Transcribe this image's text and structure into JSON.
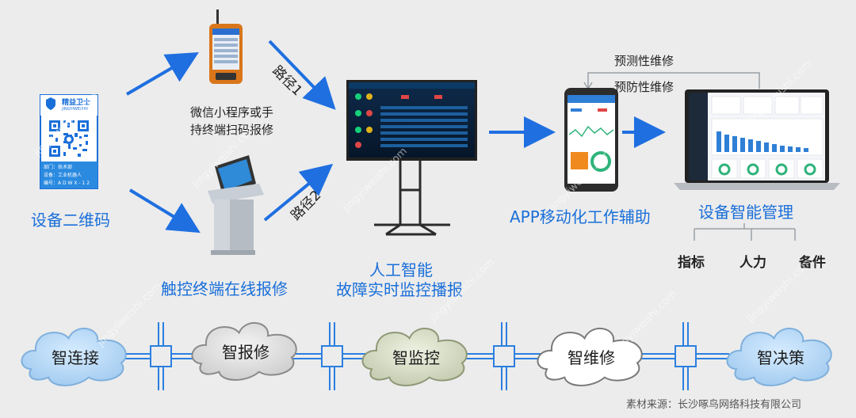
{
  "labels": {
    "qr_device": "设备二维码",
    "wechat_line1": "微信小程序或手",
    "wechat_line2": "持终端扫码报修",
    "touch_terminal": "触控终端在线报修",
    "path1": "路径1",
    "path2": "路径2",
    "ai_line1": "人工智能",
    "ai_line2": "故障实时监控播报",
    "app_mobile": "APP移动化工作辅助",
    "predictive": "预测性维修",
    "preventive": "预防性维修",
    "smart_mgmt": "设备智能管理",
    "indicators": "指标",
    "manpower": "人力",
    "spares": "备件",
    "source": "素材来源：长沙啄鸟网络科技有限公司"
  },
  "qr_card": {
    "brand": "精益卫士",
    "brand_en": "JINGYIWEISHI",
    "line1": "部门：技术部",
    "line2": "设备：工业机器人",
    "line3": "编号：A D W X - 1 2"
  },
  "clouds": [
    "智连接",
    "智报修",
    "智监控",
    "智维修",
    "智决策"
  ],
  "watermark": "jingyiweishi.com",
  "colors": {
    "accent": "#1a6fd9",
    "arrow": "#1f6fe0",
    "network": "#2b7fe0"
  }
}
